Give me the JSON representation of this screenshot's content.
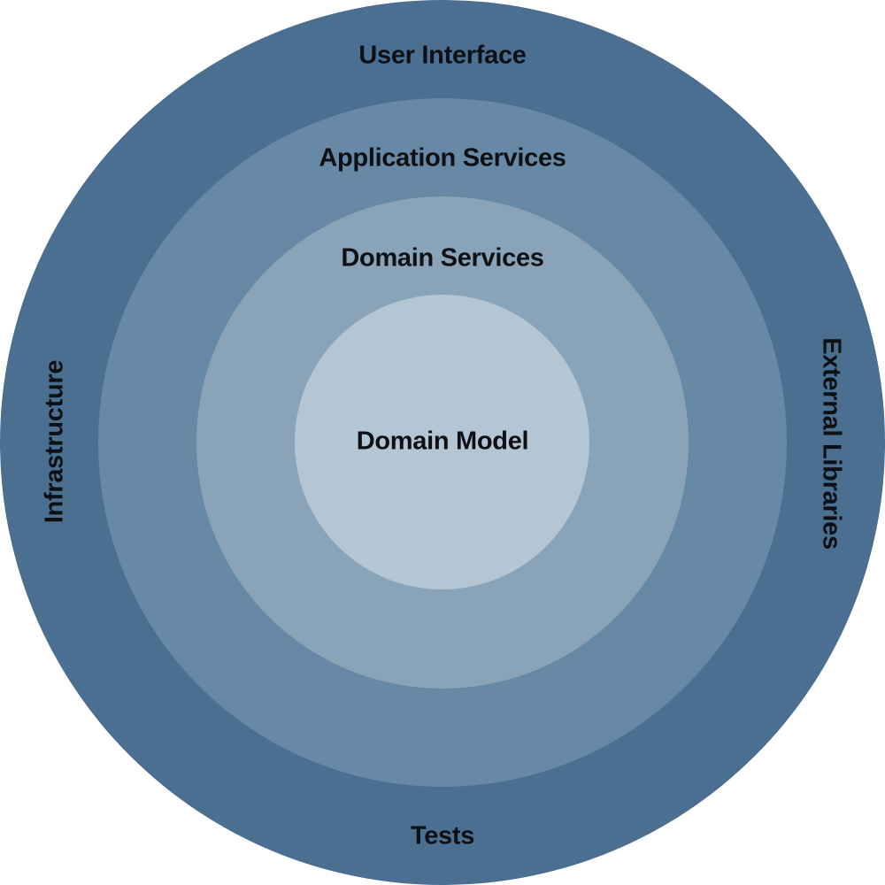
{
  "diagram": {
    "layers": {
      "outer": {
        "top": "User Interface",
        "left": "Infrastructure",
        "right": "External Libraries",
        "bottom": "Tests"
      },
      "application": "Application Services",
      "domain_services": "Domain Services",
      "core": "Domain Model"
    },
    "colors": {
      "outer_ring": "#4b6f91",
      "application_ring": "#6889a5",
      "domain_services_ring": "#89a4b9",
      "core_circle": "#b4c6d3",
      "text": "#0d1115"
    }
  }
}
